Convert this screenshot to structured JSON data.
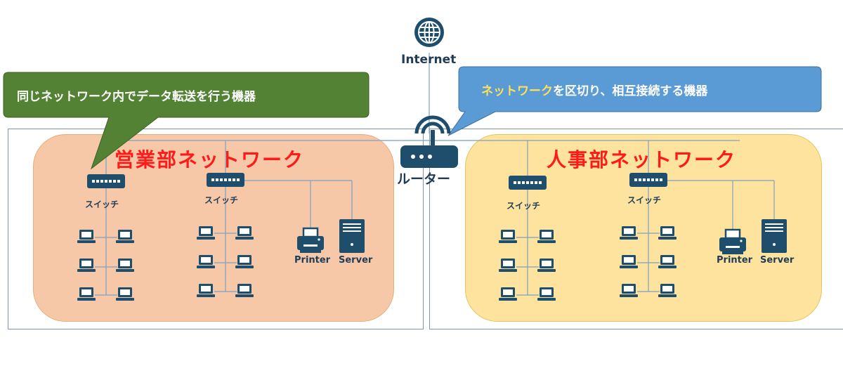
{
  "internet_label": "Internet",
  "router_label": "ルーター",
  "callout_left": {
    "text": "同じネットワーク内でデータ転送を行う機器",
    "color": "#538135"
  },
  "callout_right": {
    "text_prefix": "ネットワーク",
    "text_highlight": "を区切り",
    "text_suffix": "、相互接続する機器",
    "highlight_color": "#ffe05a",
    "color": "#5b9bd5"
  },
  "left_network": {
    "title": "営業部ネットワーク",
    "switch_a_label": "スイッチ",
    "switch_b_label": "スイッチ",
    "printer_label": "Printer",
    "server_label": "Server"
  },
  "right_network": {
    "title": "人事部ネットワーク",
    "switch_a_label": "スイッチ",
    "switch_b_label": "スイッチ",
    "printer_label": "Printer",
    "server_label": "Server"
  },
  "colors": {
    "device": "#1f4e6d",
    "line": "#7f9fc1",
    "left_zone": "#f7c8a8",
    "right_zone": "#fde39e",
    "title_red": "#ff1a1a"
  },
  "icons": [
    "globe-icon",
    "router-icon",
    "switch-icon",
    "laptop-icon",
    "printer-icon",
    "server-icon"
  ]
}
